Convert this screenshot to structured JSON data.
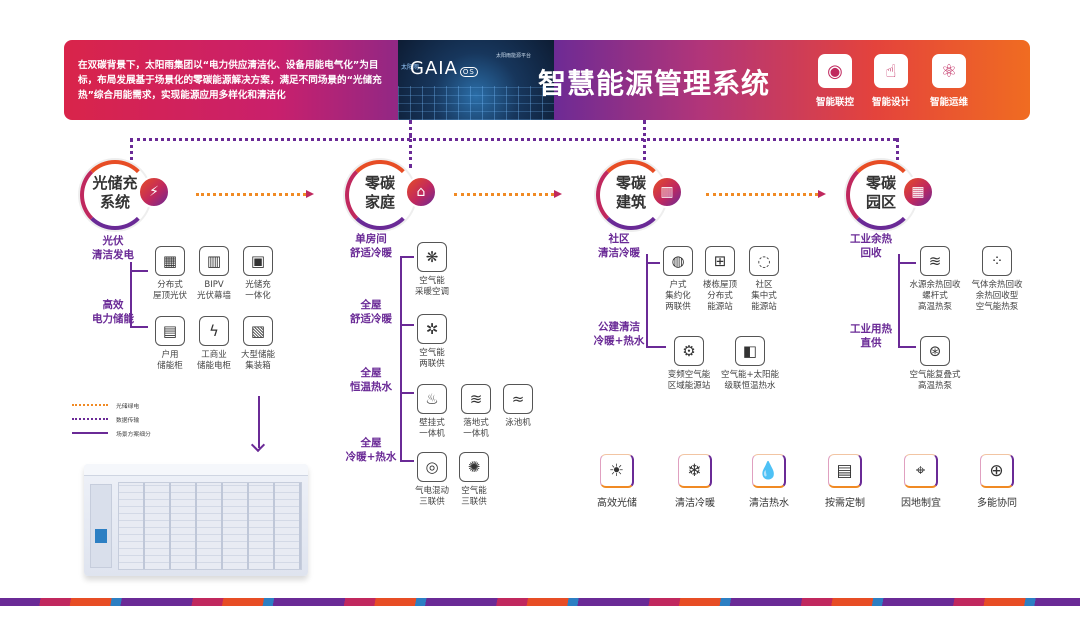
{
  "header": {
    "intro": "在双碳背景下，太阳雨集团以“电力供应清洁化、设备用能电气化”为目标，布局发展基于场景化的零碳能源解决方案，满足不同场景的“光储充热”综合用能需求，实现能源应用多样化和清洁化",
    "gaia_logo": "GAIA",
    "gaia_os": "OS",
    "gaia_tag": "太阳雨",
    "gaia_panel_title": "太阳雨能源平台",
    "title": "智慧能源管理系统",
    "features": [
      {
        "label": "智能联控",
        "icon": "control-icon"
      },
      {
        "label": "智能设计",
        "icon": "touch-design-icon"
      },
      {
        "label": "智能运维",
        "icon": "atom-maintenance-icon"
      }
    ]
  },
  "sections": {
    "s1": {
      "title_l1": "光储充",
      "title_l2": "系统",
      "cat1": [
        "光伏",
        "清洁发电"
      ],
      "cat1_items": [
        [
          "分布式",
          "屋顶光伏"
        ],
        [
          "BIPV",
          "光伏幕墙"
        ],
        [
          "光储充",
          "一体化"
        ]
      ],
      "cat2": [
        "高效",
        "电力储能"
      ],
      "cat2_items": [
        [
          "户用",
          "储能柜"
        ],
        [
          "工商业",
          "储能电柜"
        ],
        [
          "大型储能",
          "集装箱"
        ]
      ]
    },
    "s2": {
      "title_l1": "零碳",
      "title_l2": "家庭",
      "cat1": [
        "单房间",
        "舒适冷暖"
      ],
      "cat1_item": [
        "空气能",
        "采暖空调"
      ],
      "cat2": [
        "全屋",
        "舒适冷暖"
      ],
      "cat2_item": [
        "空气能",
        "两联供"
      ],
      "cat3": [
        "全屋",
        "恒温热水"
      ],
      "cat3_items": [
        [
          "壁挂式",
          "一体机"
        ],
        [
          "落地式",
          "一体机"
        ],
        [
          "泳池机",
          ""
        ]
      ],
      "cat4": [
        "全屋",
        "冷暖+热水"
      ],
      "cat4_items": [
        [
          "气电混动",
          "三联供"
        ],
        [
          "空气能",
          "三联供"
        ]
      ]
    },
    "s3": {
      "title_l1": "零碳",
      "title_l2": "建筑",
      "cat1": [
        "社区",
        "清洁冷暖"
      ],
      "cat1_items": [
        [
          "户式",
          "集约化",
          "两联供"
        ],
        [
          "楼栋屋顶",
          "分布式",
          "能源站"
        ],
        [
          "社区",
          "集中式",
          "能源站"
        ]
      ],
      "cat2": [
        "公建清洁",
        "冷暖+热水"
      ],
      "cat2_items": [
        [
          "变频空气能",
          "区域能源站"
        ],
        [
          "空气能+太阳能",
          "级联恒温热水"
        ]
      ]
    },
    "s4": {
      "title_l1": "零碳",
      "title_l2": "园区",
      "cat1": [
        "工业余热",
        "回收"
      ],
      "cat1_items": [
        [
          "水源余热回收",
          "螺杆式",
          "高温热泵"
        ],
        [
          "气体余热回收",
          "余热回收型",
          "空气能热泵"
        ]
      ],
      "cat2": [
        "工业用热",
        "直供"
      ],
      "cat2_item": [
        "空气能复叠式",
        "高温热泵"
      ]
    }
  },
  "legend": {
    "items": [
      "光储绿电",
      "数据传输",
      "场景方案细分"
    ]
  },
  "tiles": [
    {
      "label": "高效光储",
      "icon": "solar-storage-icon"
    },
    {
      "label": "清洁冷暖",
      "icon": "snow-heat-icon"
    },
    {
      "label": "清洁热水",
      "icon": "water-drop-icon"
    },
    {
      "label": "按需定制",
      "icon": "custom-chart-icon"
    },
    {
      "label": "因地制宜",
      "icon": "map-pin-icon"
    },
    {
      "label": "多能协同",
      "icon": "synergy-icon"
    }
  ],
  "colors": {
    "purple": "#6a2a96",
    "magenta": "#c0285e",
    "orange": "#f08a24"
  }
}
